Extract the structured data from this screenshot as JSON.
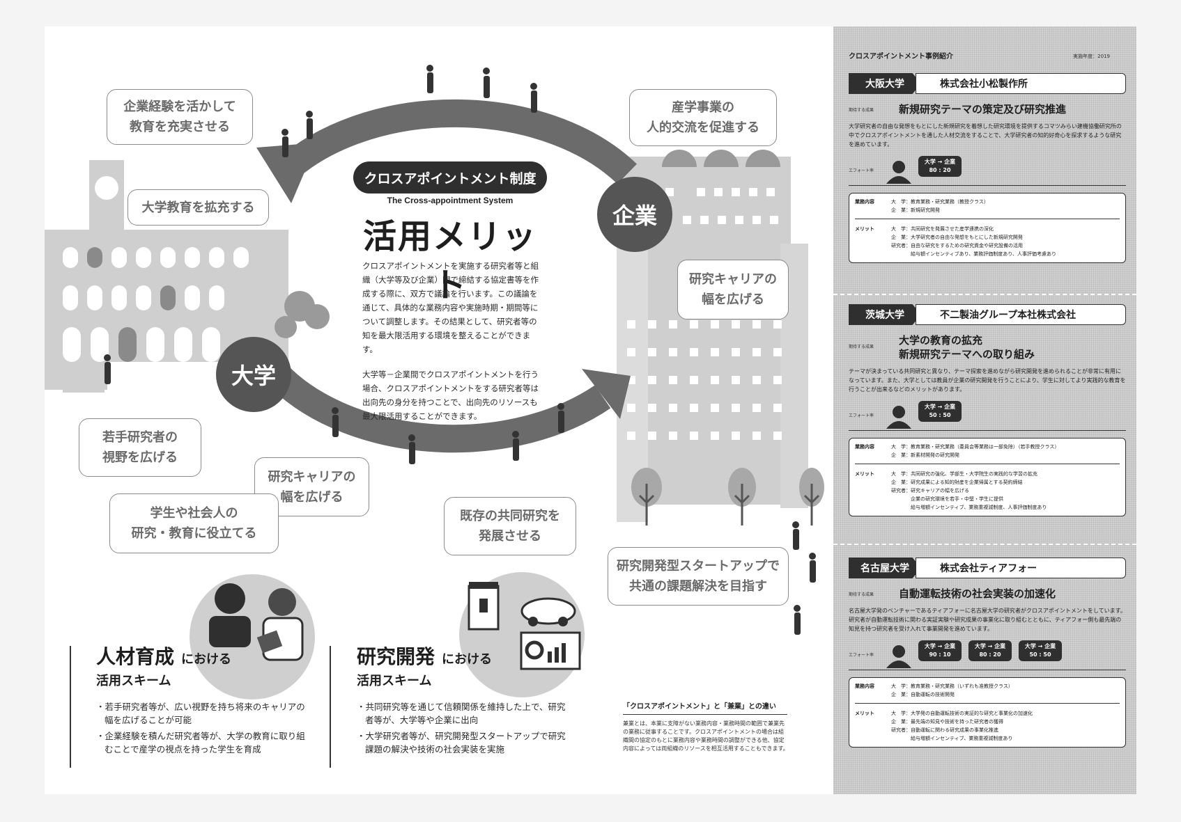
{
  "system": {
    "pill": "クロスアポイントメント制度",
    "subtitle_en": "The Cross-appointment System",
    "title": "活用メリット",
    "para1": "クロスアポイントメントを実施する研究者等と組織（大学等及び企業）間で締結する協定書等を作成する際に、双方で議論を行います。この議論を通じて、具体的な業務内容や実施時期・期間等について調整します。その結果として、研究者等の知を最大限活用する環境を整えることができます。",
    "para2": "大学等－企業間でクロスアポイントメントを行う場合、クロスアポイントメントをする研究者等は出向先の身分を持つことで、出向先のリソースも最大限活用することができます。"
  },
  "nodes": {
    "university": "大学",
    "company": "企業"
  },
  "bubbles": {
    "b1": [
      "企業経験を活かして",
      "教育を充実させる"
    ],
    "b2": [
      "大学教育を拡充する"
    ],
    "b3": [
      "産学事業の",
      "人的交流を促進する"
    ],
    "b4": [
      "研究キャリアの",
      "幅を広げる"
    ],
    "b5": [
      "若手研究者の",
      "視野を広げる"
    ],
    "b6": [
      "研究キャリアの",
      "幅を広げる"
    ],
    "b7": [
      "学生や社会人の",
      "研究・教育に役立てる"
    ],
    "b8": [
      "既存の共同研究を",
      "発展させる"
    ],
    "b9": [
      "研究開発型スタートアップで",
      "共通の課題解決を目指す"
    ]
  },
  "schemes": {
    "hr": {
      "big": "人材育成",
      "mid": "における",
      "sub": "活用スキーム",
      "items": [
        "若手研究者等が、広い視野を持ち将来のキャリアの幅を広げることが可能",
        "企業経験を積んだ研究者等が、大学の教育に取り組むことで産学の視点を持った学生を育成"
      ]
    },
    "rd": {
      "big": "研究開発",
      "mid": "における",
      "sub": "活用スキーム",
      "items": [
        "共同研究等を通じて信頼関係を維持した上で、研究者等が、大学等や企業に出向",
        "大学研究者等が、研究開発型スタートアップで研究課題の解決や技術の社会実装を実施"
      ]
    }
  },
  "note": {
    "title": "「クロスアポイントメント」と「兼業」との違い",
    "body": "兼業とは、本業に支障がない業務内容・業務時間の範囲で兼業先の業務に従事することです。クロスアポイントメントの場合は組織間の協定のもとに業務内容や業務時間の調整ができる他、協定内容によっては両組織のリソースを相互活用することもできます。"
  },
  "panel": {
    "heading": "クロスアポイントメント事例紹介",
    "year": "実施年度：2019",
    "cases": [
      {
        "university": "大阪大学",
        "company": "株式会社小松製作所",
        "theme_label": "期待する成果",
        "theme": [
          "新規研究テーマの策定及び研究推進"
        ],
        "desc": "大学研究者の自由な発想をもとにした新規研究を着想した研究環境を提供するコマツみらい建機協働研究所の中でクロスアポイントメントを通した人材交流をすることで、大学研究者の知的好奇心を探求するような研究を進めています。",
        "effort_label": "エフォート率",
        "ratios": [
          "大学 → 企業\n80 : 20"
        ],
        "duty_label": "業務内容",
        "duties": [
          "大　学：教育業務・研究業務（教授クラス）",
          "企　業：新規研究開発"
        ],
        "merit_label": "メリット",
        "merits": [
          "大　学：共同研究を発展させた産学連携の深化",
          "企　業：大学研究者の自由な発想をもとにした新規研究開発",
          "研究者：自由な研究をするための研究資金や研究設備の活用",
          "　　　　給与額インセンティブあり、業務評価制度あり、人事評価考慮あり"
        ]
      },
      {
        "university": "茨城大学",
        "company": "不二製油グループ本社株式会社",
        "theme_label": "期待する成果",
        "theme": [
          "大学の教育の拡充",
          "新規研究テーマへの取り組み"
        ],
        "desc": "テーマが決まっている共同研究と異なり、テーマ探索を進めながら研究開発を進められることが非常に有用になっています。また、大学としては教員が企業の研究開発を行うことにより、学生に対してより実践的な教育を行うことが出来るなどのメリットがあります。",
        "effort_label": "エフォート率",
        "ratios": [
          "大学 → 企業\n50 : 50"
        ],
        "duty_label": "業務内容",
        "duties": [
          "大　学：教育業務・研究業務（委員会等業務は一部免除）（若手教授クラス）",
          "企　業：新素材開発の研究開発"
        ],
        "merit_label": "メリット",
        "merits": [
          "大　学：共同研究の強化、学部生・大学院生の実践的な学習の拡充",
          "企　業：研究成果による知的財産を企業帰属とする契約締結",
          "研究者：研究キャリアの幅を広げる",
          "　　　　企業の研究環境を若手・中堅・学生に提供",
          "　　　　給与増額インセンティブ、業務重複減制度、人事評価制度あり"
        ]
      },
      {
        "university": "名古屋大学",
        "company": "株式会社ティアフォー",
        "theme_label": "期待する成果",
        "theme": [
          "自動運転技術の社会実装の加速化"
        ],
        "desc": "名古屋大学発のベンチャーであるティアフォーに名古屋大学の研究者がクロスアポイントメントをしています。研究者が自動運転技術に関わる実証実験や研究成果の事業化に取り組むとともに、ティアフォー側も最先端の知見を持つ研究者を受け入れて事業開発を進めています。",
        "effort_label": "エフォート率",
        "ratios": [
          "大学 → 企業\n90 : 10",
          "大学 → 企業\n80 : 20",
          "大学 → 企業\n50 : 50"
        ],
        "duty_label": "業務内容",
        "duties": [
          "大　学：教育業務・研究業務（いずれも准教授クラス）",
          "企　業：自動運転の技術開発"
        ],
        "merit_label": "メリット",
        "merits": [
          "大　学：大学発の自動運転技術の実証的な研究と事業化の加速化",
          "企　業：最先端の知見や技術を持った研究者の獲得",
          "研究者：自動運転に関わる研究成果の事業化推進",
          "　　　　給与増額インセンティブ、業務重複減制度あり"
        ]
      }
    ]
  },
  "colors": {
    "dark": "#2f2f2f",
    "node": "#555555",
    "arrow": "#6b6b6b",
    "panel": "#cfcfcf"
  }
}
